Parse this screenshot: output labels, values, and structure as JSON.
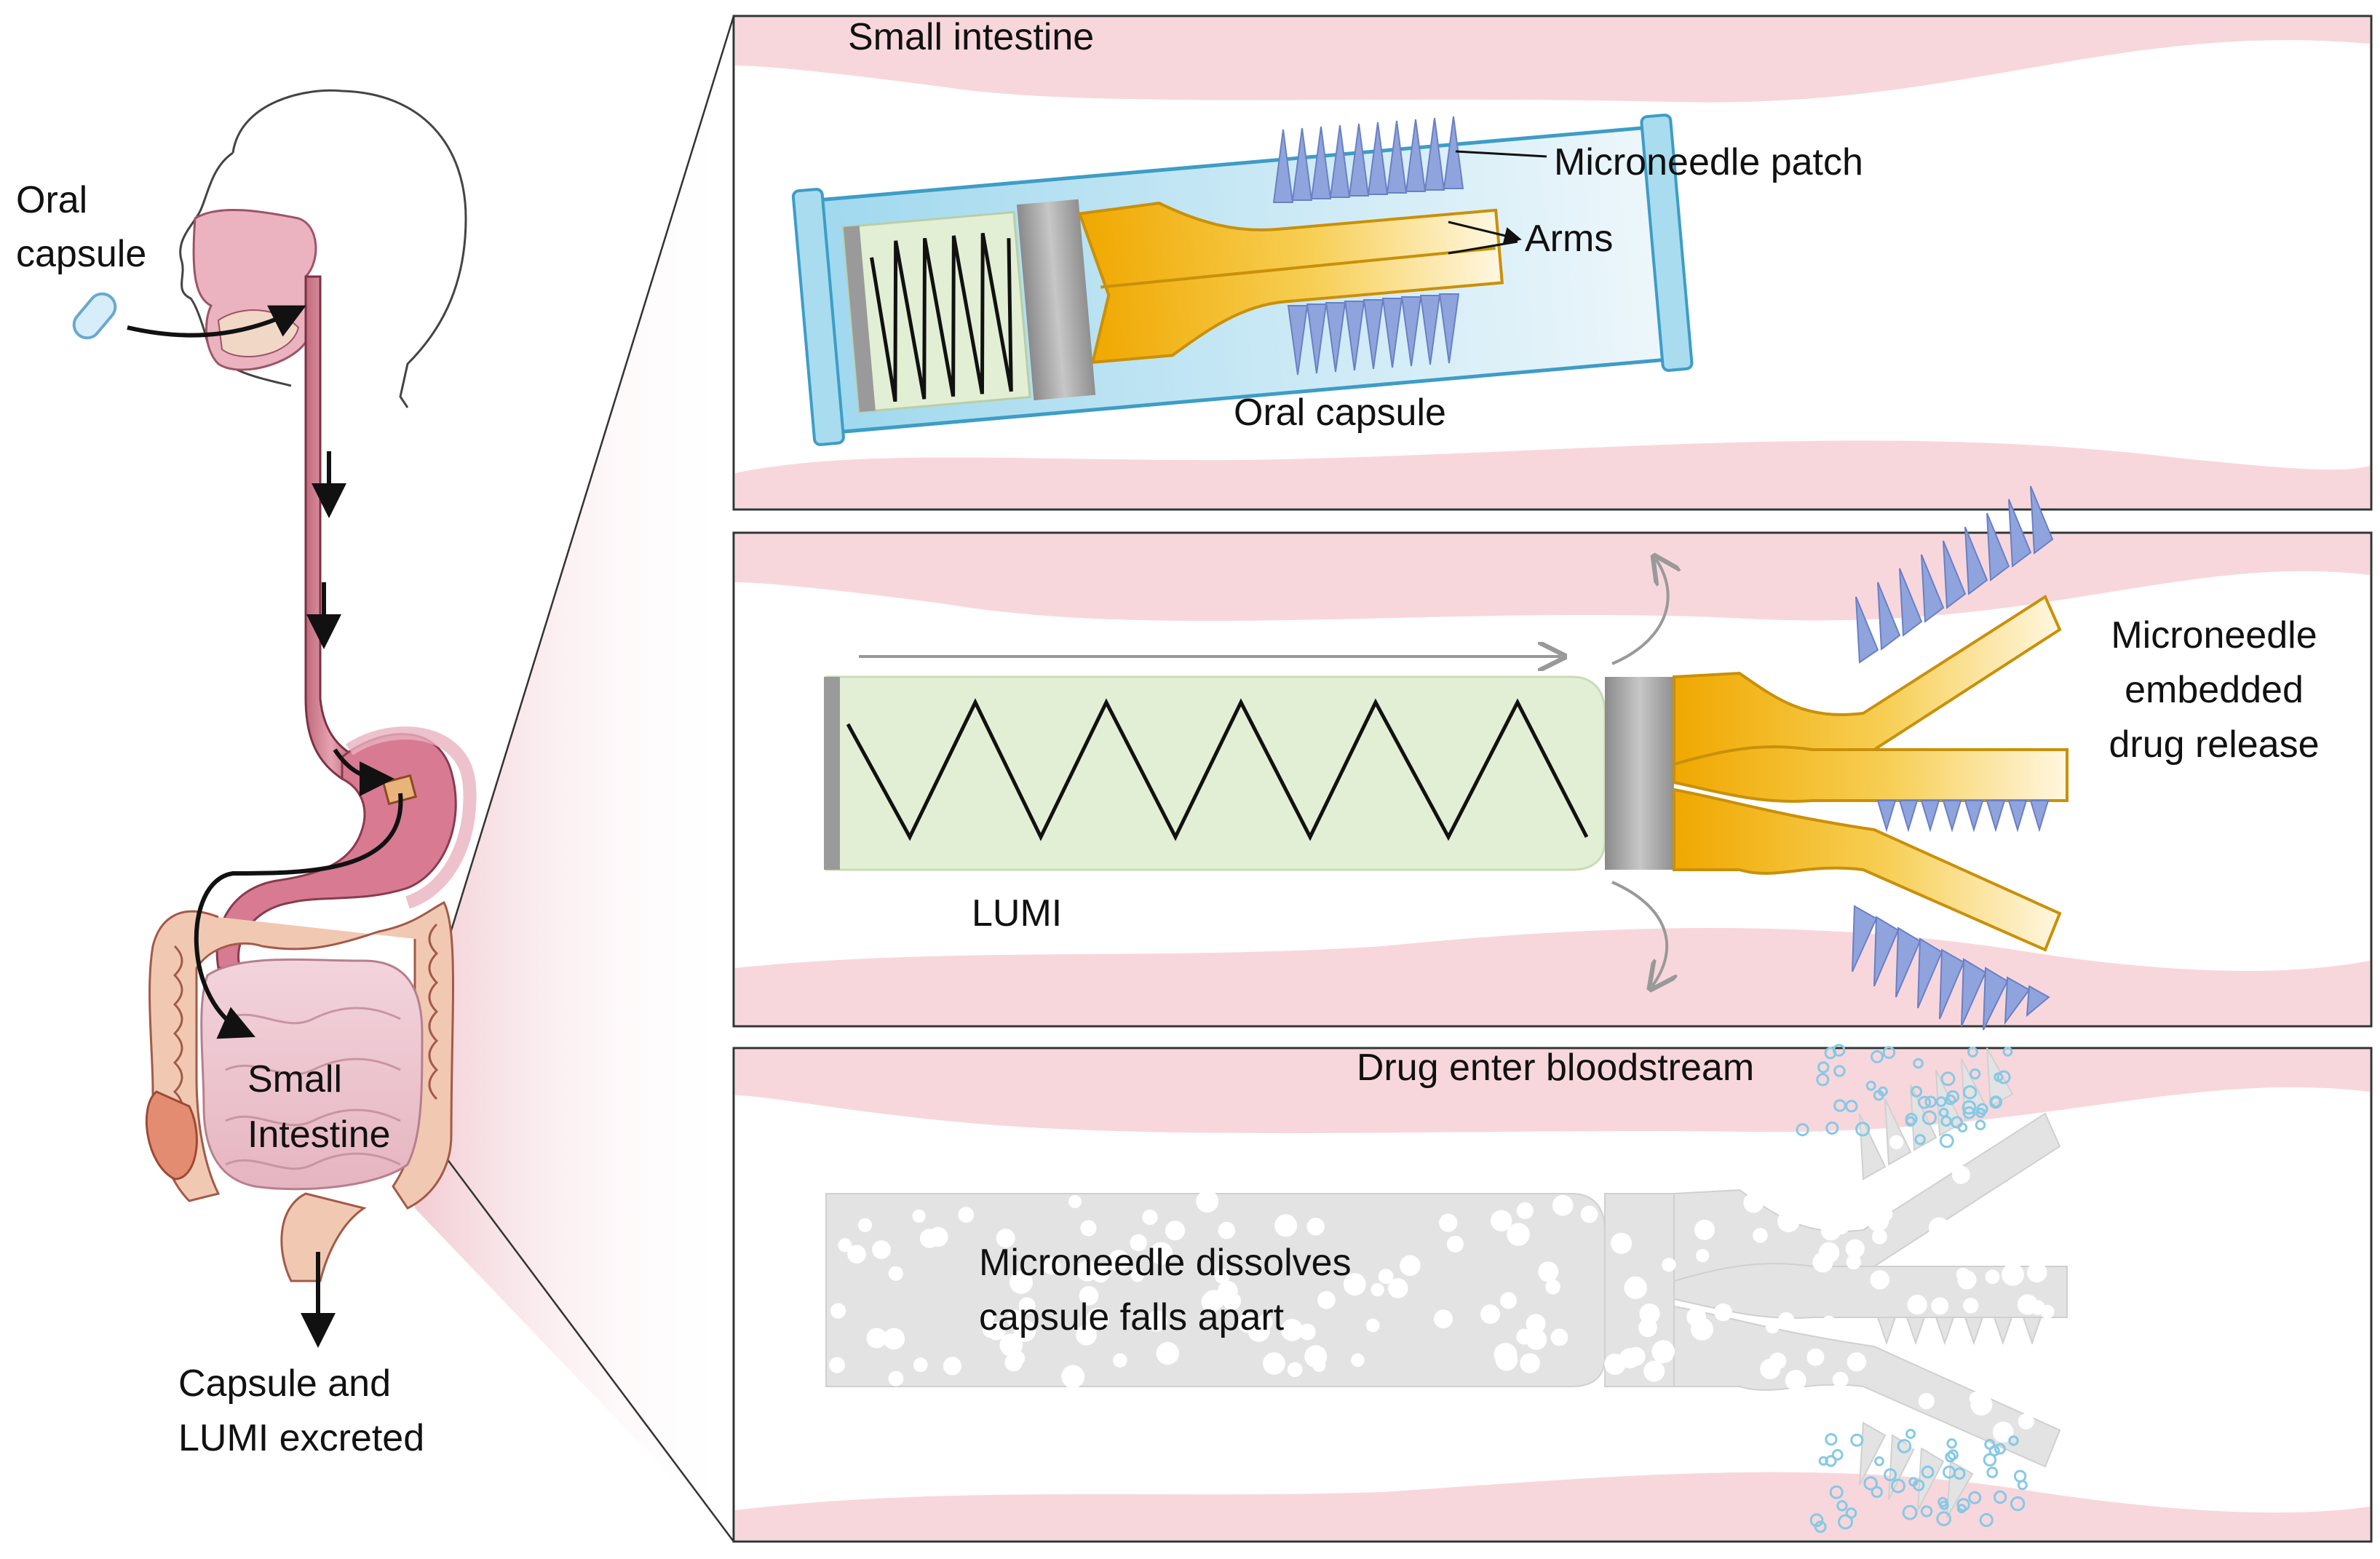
{
  "left": {
    "oral_capsule_line1": "Oral",
    "oral_capsule_line2": "capsule",
    "small_intestine_line1": "Small",
    "small_intestine_line2": "Intestine",
    "excreted_line1": "Capsule and",
    "excreted_line2": "LUMI excreted"
  },
  "panel1": {
    "title": "Small intestine",
    "microneedle_patch": "Microneedle patch",
    "arms": "Arms",
    "oral_capsule": "Oral capsule"
  },
  "panel2": {
    "lumi": "LUMI",
    "release_line1": "Microneedle",
    "release_line2": "embedded",
    "release_line3": "drug release"
  },
  "panel3": {
    "bloodstream": "Drug enter bloodstream",
    "dissolve_line1": "Microneedle dissolves",
    "dissolve_line2": "capsule falls apart"
  },
  "colors": {
    "tissue": "#f8d7dc",
    "spring_fill": "#e2efd5",
    "capsule_shell": "#a9dcef",
    "arm_gold": "#f3b81a",
    "needle_blue": "#8fa3dd",
    "drug_dot": "#86c9e6",
    "dissolved_gray": "#e3e3e3"
  }
}
